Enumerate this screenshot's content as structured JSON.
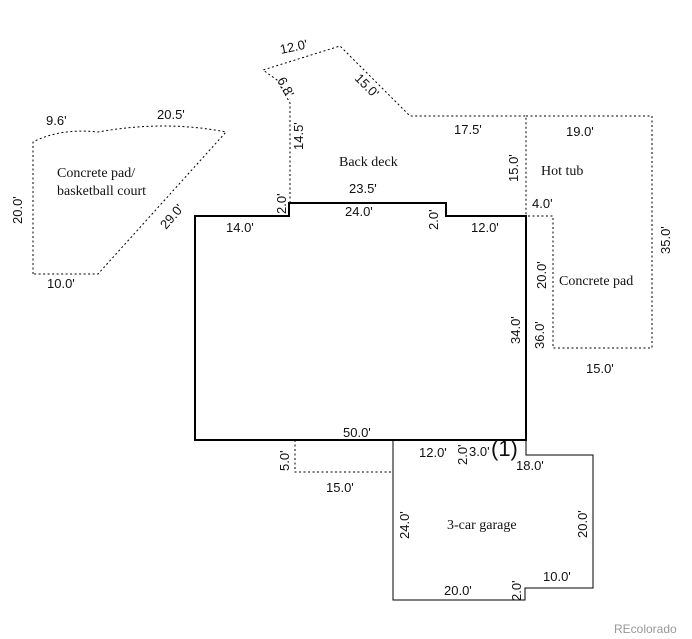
{
  "areas": {
    "concrete_pad_basketball_line1": "Concrete pad/",
    "concrete_pad_basketball_line2": "basketball court",
    "back_deck": "Back deck",
    "hot_tub": "Hot tub",
    "concrete_pad": "Concrete pad",
    "garage": "3-car garage"
  },
  "dims": {
    "court_9_6": "9.6'",
    "court_20_5": "20.5'",
    "court_20_0": "20.0'",
    "court_29_0": "29.0'",
    "court_10_0": "10.0'",
    "deck_12_0": "12.0'",
    "deck_6_8": "6.8'",
    "deck_15_0_diag": "15.0'",
    "deck_17_5": "17.5'",
    "deck_14_5": "14.5'",
    "deck_23_5": "23.5'",
    "deck_15_0_right": "15.0'",
    "house_2_0_left": "2.0'",
    "house_24_0": "24.0'",
    "house_2_0_right": "2.0'",
    "house_14_0": "14.0'",
    "house_12_0_top": "12.0'",
    "house_34_0": "34.0'",
    "house_50_0": "50.0'",
    "tub_19_0": "19.0'",
    "tub_4_0": "4.0'",
    "tub_35_0": "35.0'",
    "pad_20_0": "20.0'",
    "pad_36_0": "36.0'",
    "pad_15_0": "15.0'",
    "porch_5_0": "5.0'",
    "porch_15_0": "15.0'",
    "garage_12_0": "12.0'",
    "garage_2_0_top": "2.0'",
    "garage_3_0": "3.0'",
    "garage_18_0": "18.0'",
    "garage_24_0": "24.0'",
    "garage_20_0_right": "20.0'",
    "garage_20_0_bottom": "20.0'",
    "garage_2_0_bottom": "2.0'",
    "garage_10_0": "10.0'"
  },
  "marker": "(1)",
  "watermark": "REcolorado"
}
